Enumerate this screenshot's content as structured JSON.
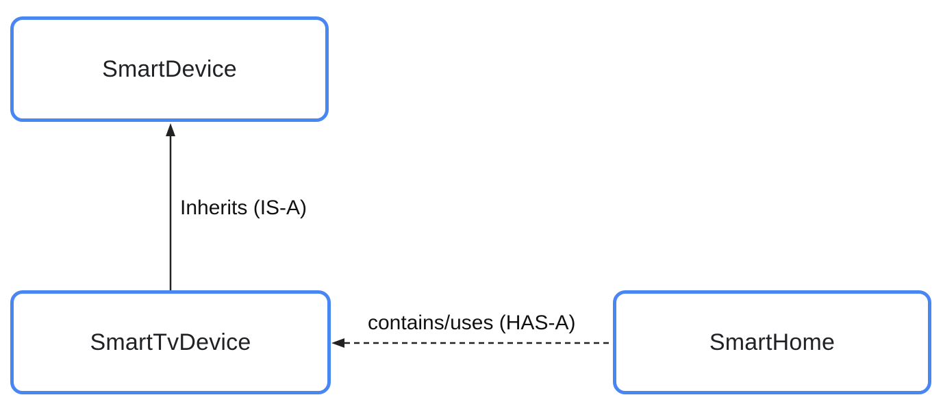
{
  "diagram": {
    "type": "class-relationship-diagram",
    "nodes": [
      {
        "id": "smart-device",
        "label": "SmartDevice"
      },
      {
        "id": "smart-tv-device",
        "label": "SmartTvDevice"
      },
      {
        "id": "smart-home",
        "label": "SmartHome"
      }
    ],
    "edges": [
      {
        "from": "SmartTvDevice",
        "to": "SmartDevice",
        "label": "Inherits (IS-A)",
        "line_style": "solid",
        "arrow_direction": "up"
      },
      {
        "from": "SmartHome",
        "to": "SmartTvDevice",
        "label": "contains/uses (HAS-A)",
        "line_style": "dashed",
        "arrow_direction": "left"
      }
    ],
    "colors": {
      "canvas_background": "#ffffff",
      "node_border": "#4886f2",
      "node_background": "#ffffff",
      "node_text": "#202124",
      "edge": "#222222",
      "edge_text": "#111111"
    }
  }
}
